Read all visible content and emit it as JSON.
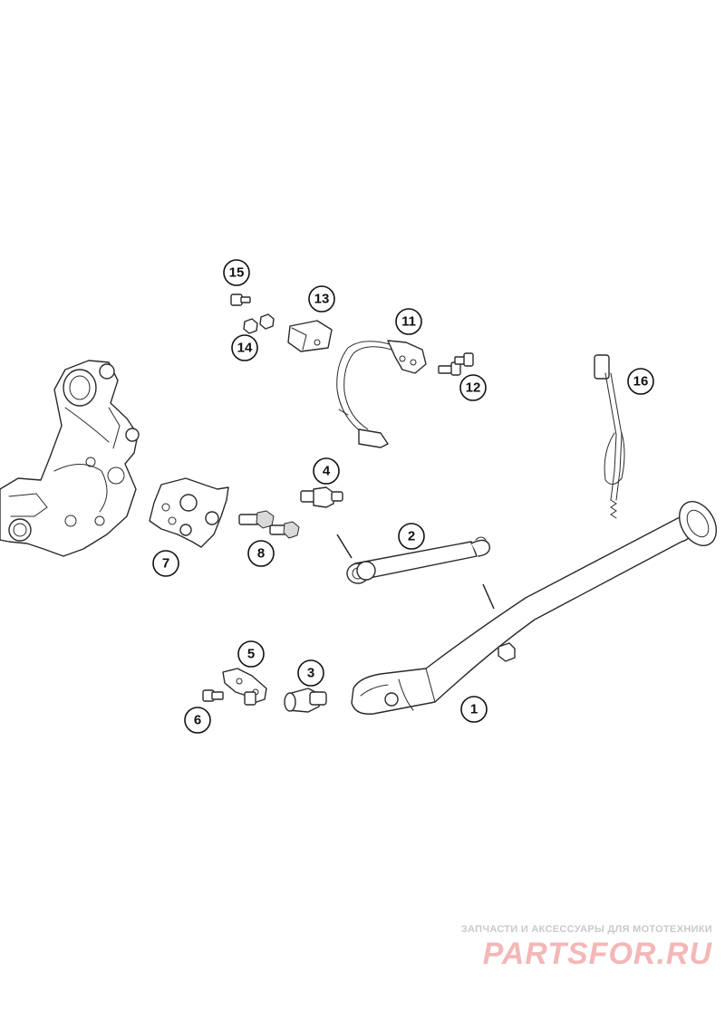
{
  "callouts": [
    {
      "number": "1"
    },
    {
      "number": "2"
    },
    {
      "number": "3"
    },
    {
      "number": "4"
    },
    {
      "number": "5"
    },
    {
      "number": "6"
    },
    {
      "number": "7"
    },
    {
      "number": "8"
    },
    {
      "number": "11"
    },
    {
      "number": "12"
    },
    {
      "number": "13"
    },
    {
      "number": "14"
    },
    {
      "number": "15"
    },
    {
      "number": "16"
    }
  ],
  "watermark": {
    "tagline": "ЗАПЧАСТИ И АКСЕССУАРЫ ДЛЯ МОТОТЕХНИКИ",
    "logo": "PARTSFOR.RU",
    "logo_color": "#f3b7b7",
    "tagline_color": "#c9c9c9"
  }
}
